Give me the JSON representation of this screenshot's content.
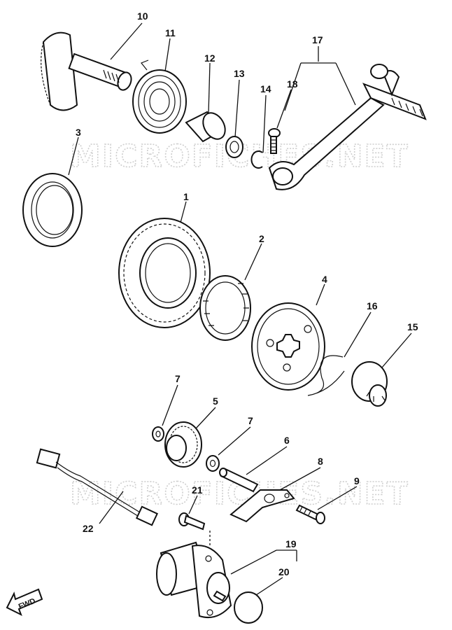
{
  "watermarks": [
    "MICROFICHES.NET",
    "MICROFICHES.NET"
  ],
  "direction_label": "FWD",
  "callouts": [
    {
      "id": "10",
      "text": "10"
    },
    {
      "id": "11",
      "text": "11"
    },
    {
      "id": "12",
      "text": "12"
    },
    {
      "id": "13",
      "text": "13"
    },
    {
      "id": "14",
      "text": "14"
    },
    {
      "id": "18",
      "text": "18"
    },
    {
      "id": "17",
      "text": "17"
    },
    {
      "id": "3",
      "text": "3"
    },
    {
      "id": "1",
      "text": "1"
    },
    {
      "id": "2",
      "text": "2"
    },
    {
      "id": "4",
      "text": "4"
    },
    {
      "id": "16",
      "text": "16"
    },
    {
      "id": "15",
      "text": "15"
    },
    {
      "id": "7a",
      "text": "7"
    },
    {
      "id": "5",
      "text": "5"
    },
    {
      "id": "7b",
      "text": "7"
    },
    {
      "id": "6",
      "text": "6"
    },
    {
      "id": "8",
      "text": "8"
    },
    {
      "id": "9",
      "text": "9"
    },
    {
      "id": "21",
      "text": "21"
    },
    {
      "id": "22",
      "text": "22"
    },
    {
      "id": "19",
      "text": "19"
    },
    {
      "id": "20",
      "text": "20"
    }
  ]
}
